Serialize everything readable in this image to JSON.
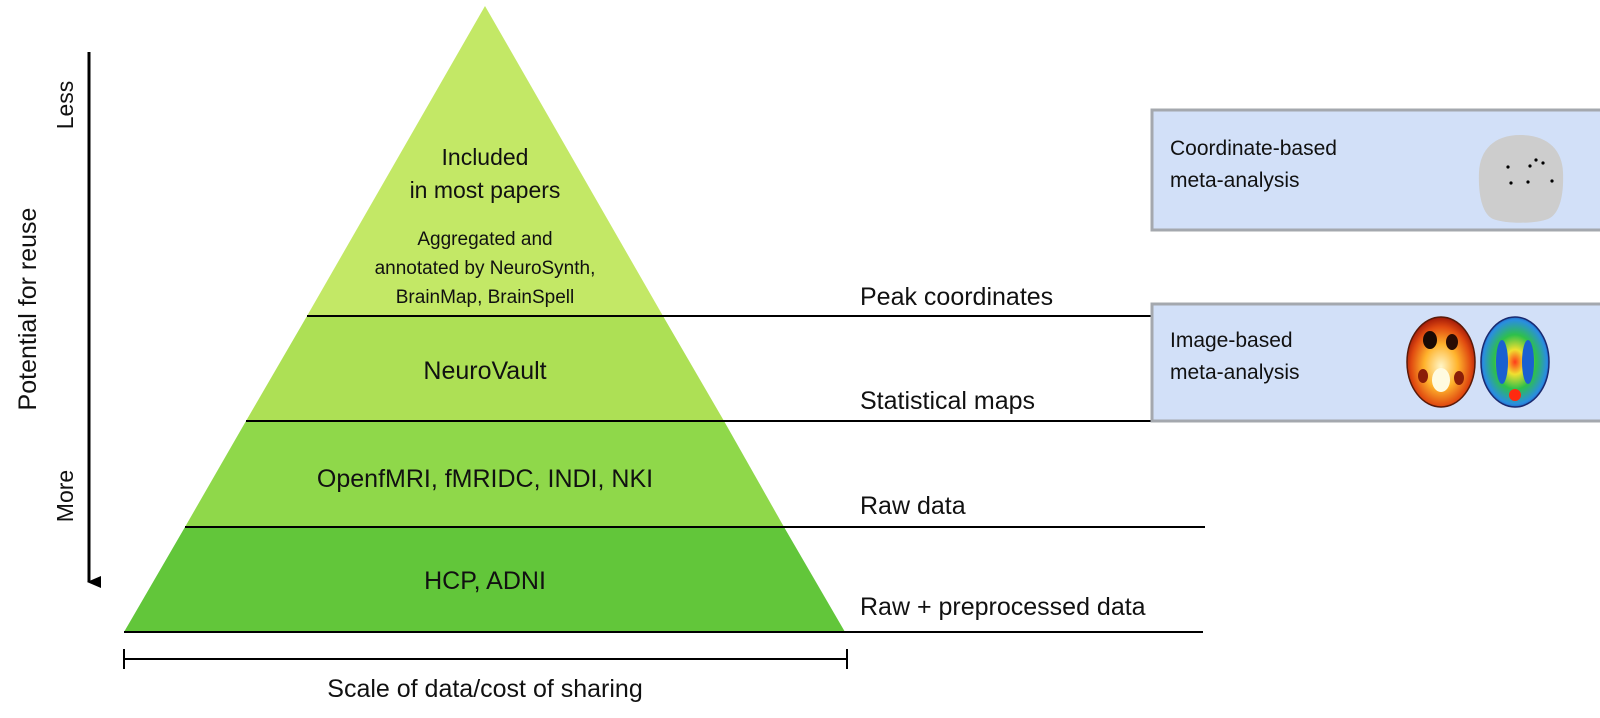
{
  "axis": {
    "vertical_label": "Potential for reuse",
    "top_label": "Less",
    "bottom_label": "More",
    "horizontal_label": "Scale of data/cost of sharing"
  },
  "pyramid": {
    "tiers": [
      {
        "lines": [
          "Included",
          "in most papers"
        ],
        "sublines": [
          "Aggregated and",
          "annotated by NeuroSynth,",
          "BrainMap, BrainSpell"
        ],
        "color": "#c3e866"
      },
      {
        "lines": [
          "NeuroVault"
        ],
        "color": "#ade055"
      },
      {
        "lines": [
          "OpenfMRI, fMRIDC, INDI, NKI"
        ],
        "color": "#8fd84a"
      },
      {
        "lines": [
          "HCP, ADNI"
        ],
        "color": "#62c63a"
      }
    ]
  },
  "levels": [
    {
      "label": "Peak coordinates"
    },
    {
      "label": "Statistical maps"
    },
    {
      "label": "Raw data"
    },
    {
      "label": "Raw + preprocessed data"
    }
  ],
  "analysis_boxes": [
    {
      "lines": [
        "Coordinate-based",
        "meta-analysis"
      ],
      "icon": "brain-dots-icon"
    },
    {
      "lines": [
        "Image-based",
        "meta-analysis"
      ],
      "icon": "brain-maps-icon"
    }
  ],
  "colors": {
    "box_fill": "#d2e0f8",
    "box_border": "#a4a8ae",
    "line": "#000000"
  }
}
